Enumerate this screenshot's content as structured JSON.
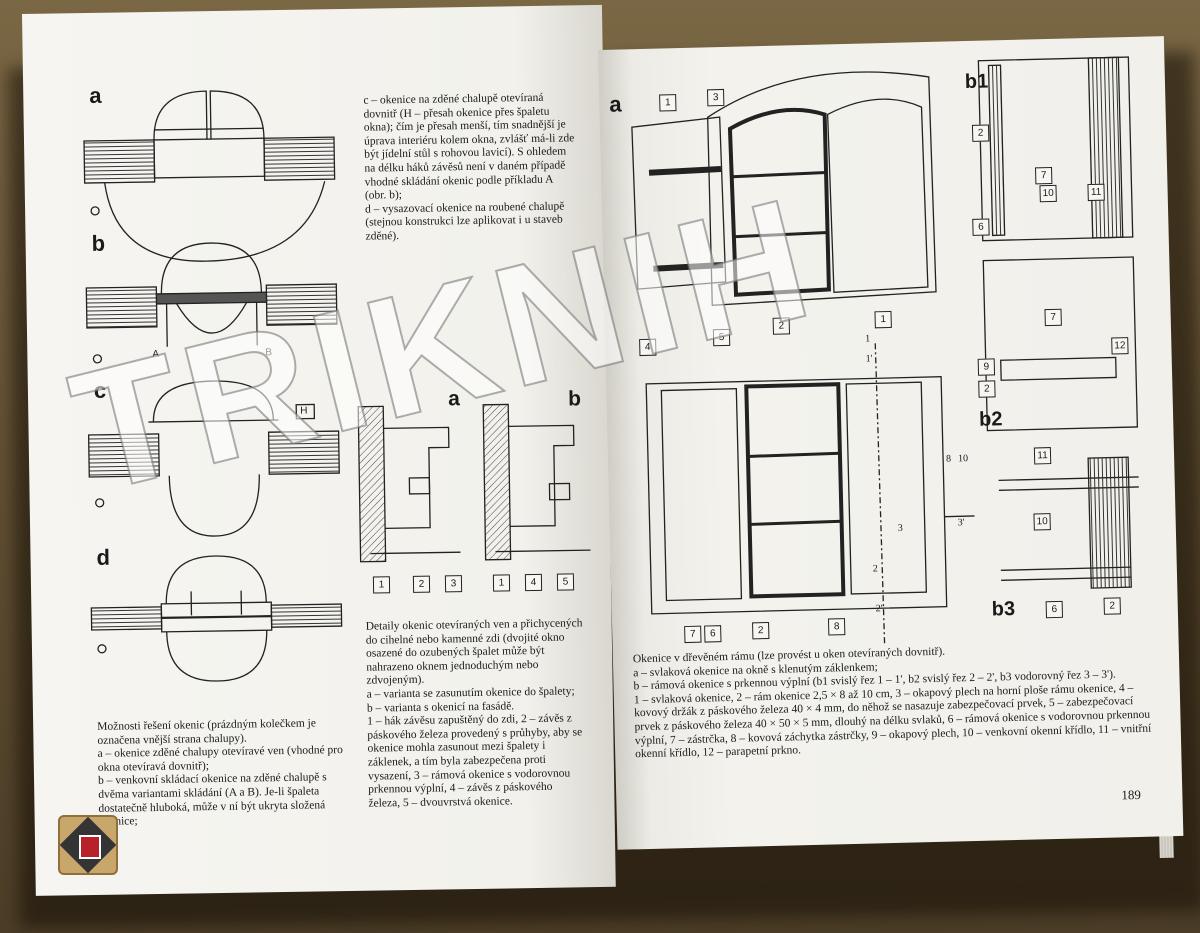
{
  "left_page": {
    "labels": [
      "a",
      "b",
      "c",
      "d"
    ],
    "marks": {
      "A": "A",
      "B": "B",
      "H": "H"
    },
    "right_column_text": [
      "c – okenice na zděné chalupě otevíraná dovnitř (H – přesah okenice přes špaletu okna); čím je přesah menší, tím snadnější je úprava interiéru kolem okna, zvlášť má-li zde být jídelní stůl s rohovou lavicí). S ohledem na délku háků závěsů není v daném případě vhodné skládání okenic podle příkladu A (obr. b);",
      "d – vysazovací okenice na roubené chalupě (stejnou konstrukci lze aplikovat i u staveb zděné)."
    ],
    "detail_labels": [
      "a",
      "b"
    ],
    "detail_numbers_a": [
      "1",
      "2",
      "3"
    ],
    "detail_numbers_b": [
      "1",
      "4",
      "5"
    ],
    "caption_left": [
      "Možnosti řešení okenic (prázdným kolečkem je označena vnější strana chalupy).",
      "a – okenice zděné chalupy otevíravé ven (vhodné pro okna otevíravá dovnitř);",
      "b – venkovní skládací okenice na zděné chalupě s dvěma variantami skládání (A a B). Je-li špaleta dostatečně hluboká, může v ní být ukryta složená okenice;"
    ],
    "caption_details": [
      "Detaily okenic otevíraných ven a přichycených do cihelné nebo kamenné zdi (dvojité okno osazené do ozubených špalet může být nahrazeno oknem jednoduchým nebo zdvojeným).",
      "a – varianta se zasunutím okenice do špalety;",
      "b – varianta s okenicí na fasádě.",
      "1 – hák závěsu zapuštěný do zdi, 2 – závěs z páskového železa provedený s průhyby, aby se okenice mohla zasunout mezi špalety i záklenek, a tím byla zabezpečena proti vysazení, 3 – rámová okenice s vodorovnou prkennou výplní, 4 – závěs z páskového železa, 5 – dvouvrstvá okenice."
    ]
  },
  "right_page": {
    "labels": {
      "a": "a",
      "b1": "b1",
      "b2": "b2",
      "b3": "b3"
    },
    "numbers_top": [
      "1",
      "3",
      "4",
      "5",
      "2",
      "1"
    ],
    "numbers_bottom": [
      "7",
      "6",
      "2",
      "8"
    ],
    "cut_labels": [
      "1",
      "1'",
      "2",
      "2'",
      "3",
      "3'",
      "8",
      "10"
    ],
    "numbers_b1": [
      "2",
      "6",
      "7",
      "10",
      "11",
      "7",
      "9",
      "2",
      "12"
    ],
    "numbers_b2": [
      "11",
      "10",
      "6",
      "2"
    ],
    "caption": [
      "Okenice v dřevěném rámu (lze provést u oken otevíraných dovnitř).",
      "a – svlaková okenice na okně s klenutým záklenkem;",
      "b – rámová okenice s prkennou výplní (b1 svislý řez 1 – 1', b2 svislý řez 2 – 2', b3 vodorovný řez 3 – 3').",
      "1 – svlaková okenice, 2 – rám okenice 2,5 × 8 až 10 cm, 3 – okapový plech na horní ploše rámu okenice, 4 – kovový držák z páskového železa 40 × 4 mm, do něhož se nasazuje zabezpečovací prvek, 5 – zabezpečovací prvek z páskového železa 40 × 50 × 5 mm, dlouhý na délku svlaků, 6 – rámová okenice s vodorovnou prkennou výplní, 7 – zástrčka, 8 – kovová záchytka zástrčky, 9 – okapový plech, 10 – venkovní okenní křídlo, 11 – vnitřní okenní křídlo, 12 – parapetní prkno."
    ],
    "page_number": "189"
  },
  "watermark": "TRIKNIH",
  "colors": {
    "paper": "#f4f3ee",
    "ink": "#1a1a1a",
    "table": "#6b5a3c"
  }
}
